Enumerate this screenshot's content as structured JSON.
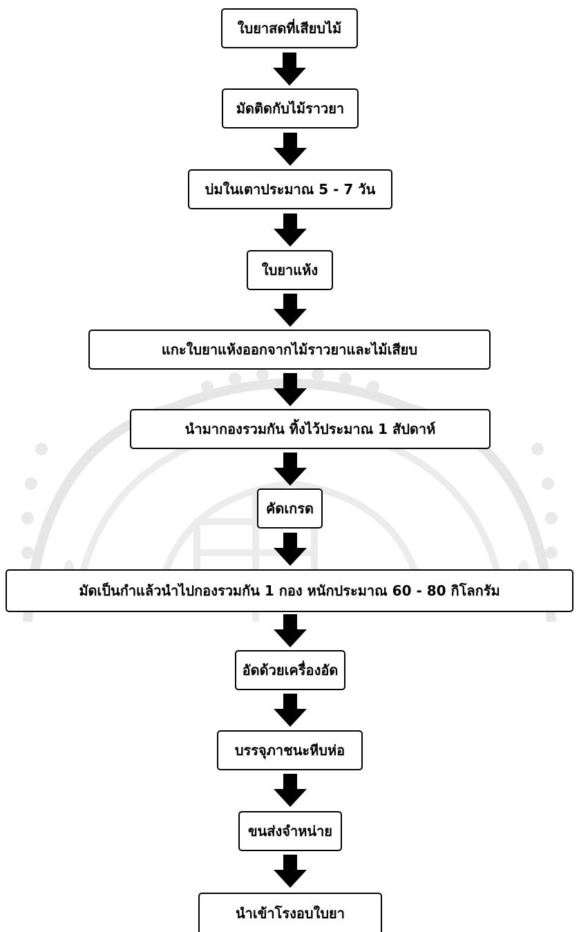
{
  "colors": {
    "box_border": "#000000",
    "box_fill": "#ffffff",
    "arrow_fill": "#000000",
    "watermark": "#e6e6e6"
  },
  "steps": [
    {
      "label": "ใบยาสดที่เสียบไม้"
    },
    {
      "label": "มัดติดกับไม้ราวยา"
    },
    {
      "label": "บ่มในเตาประมาณ 5 - 7 วัน"
    },
    {
      "label": "ใบยาแห้ง"
    },
    {
      "label": "แกะใบยาแห้งออกจากไม้ราวยาและไม้เสียบ"
    },
    {
      "label": "นำมากองรวมกัน ทิ้งไว้ประมาณ 1 สัปดาห์"
    },
    {
      "label": "คัดเกรด"
    },
    {
      "label": "มัดเป็นกำแล้วนำไปกองรวมกัน 1 กอง หนักประมาณ 60 - 80 กิโลกรัม"
    },
    {
      "label": "อัดด้วยเครื่องอัด"
    },
    {
      "label": "บรรจุภาชนะหีบห่อ"
    },
    {
      "label": "ขนส่งจำหน่าย"
    },
    {
      "label": "นำเข้าโรงอบใบยา"
    }
  ],
  "arrow_icon": "down-arrow-icon",
  "watermark_icon": "university-seal-watermark"
}
